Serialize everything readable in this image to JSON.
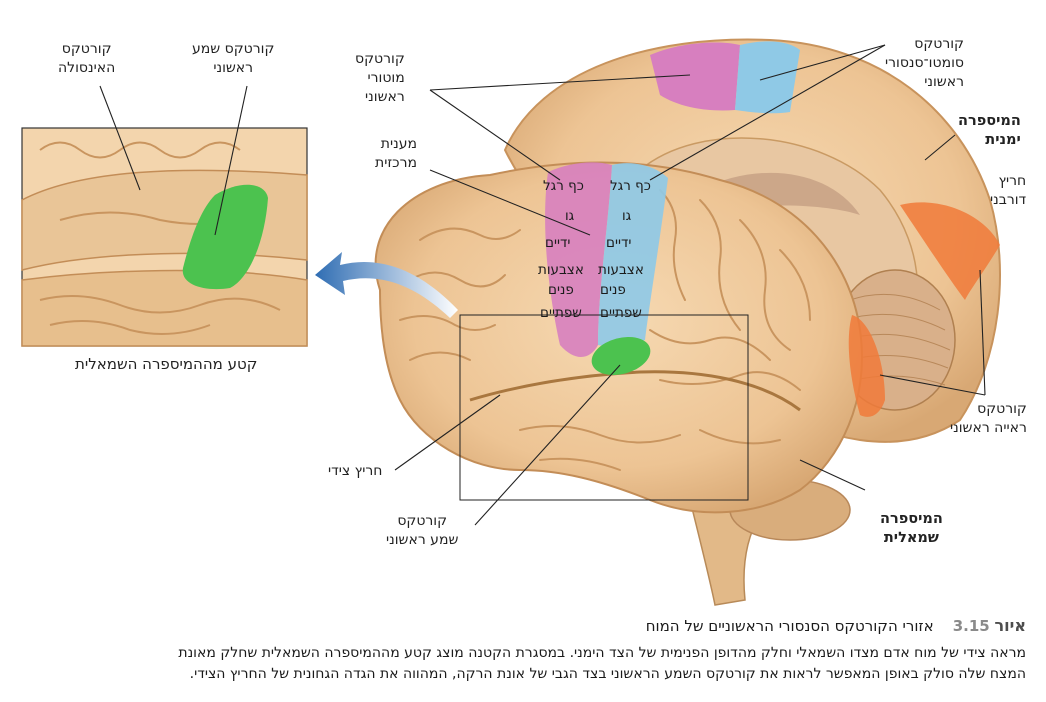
{
  "figure": {
    "label": "איור",
    "number": "3.15",
    "title": "אזורי הקורטקס הסנסורי הראשוניים של המוח",
    "caption_line1": "מראה צידי של מוח אדם מצדו השמאלי וחלק מהדופן הפנימית של הצד הימני. במסגרת הקטנה מוצג קטע מההמיספרה השמאלית שחלק מאונת",
    "caption_line2": "המצח שלה סולק באופן המאפשר לראות את קורטקס השמע הראשוני בצד הגבי של אונת הרקה, המהווה את הגדה הגחונית של החריץ הצידי."
  },
  "inset": {
    "caption": "קטע מההמיספרה השמאלית",
    "label_insula_1": "קורטקס",
    "label_insula_2": "האינסולה",
    "label_auditory_1": "קורטקס שמע",
    "label_auditory_2": "ראשוני"
  },
  "labels": {
    "motor_1": "קורטקס",
    "motor_2": "מוטורי",
    "motor_3": "ראשוני",
    "central_1": "מענית",
    "central_2": "מרכזית",
    "soma_1": "קורטקס",
    "soma_2": "סומטו־סנסורי",
    "soma_3": "ראשוני",
    "right_hemi_1": "המיספרה",
    "right_hemi_2": "ימנית",
    "calcarine_1": "חריץ",
    "calcarine_2": "דורבני",
    "visual_1": "קורטקס",
    "visual_2": "ראייה ראשוני",
    "lateral_sulcus": "חריץ צידי",
    "auditory_1": "קורטקס",
    "auditory_2": "שמע ראשוני",
    "left_hemi_1": "המיספרה",
    "left_hemi_2": "שמאלית"
  },
  "motor_map": [
    "כף רגל",
    "גו",
    "ידיים",
    "אצבעות",
    "פנים",
    "שפתיים"
  ],
  "sensory_map": [
    "כף רגל",
    "גו",
    "ידיים",
    "אצבעות",
    "פנים",
    "שפתיים"
  ],
  "colors": {
    "motor": "#d77fbf",
    "sensory": "#8fc9e6",
    "auditory": "#4cc24f",
    "visual": "#f07a3a",
    "brain": "#efc99b",
    "brain_shadow": "#c99a63"
  }
}
